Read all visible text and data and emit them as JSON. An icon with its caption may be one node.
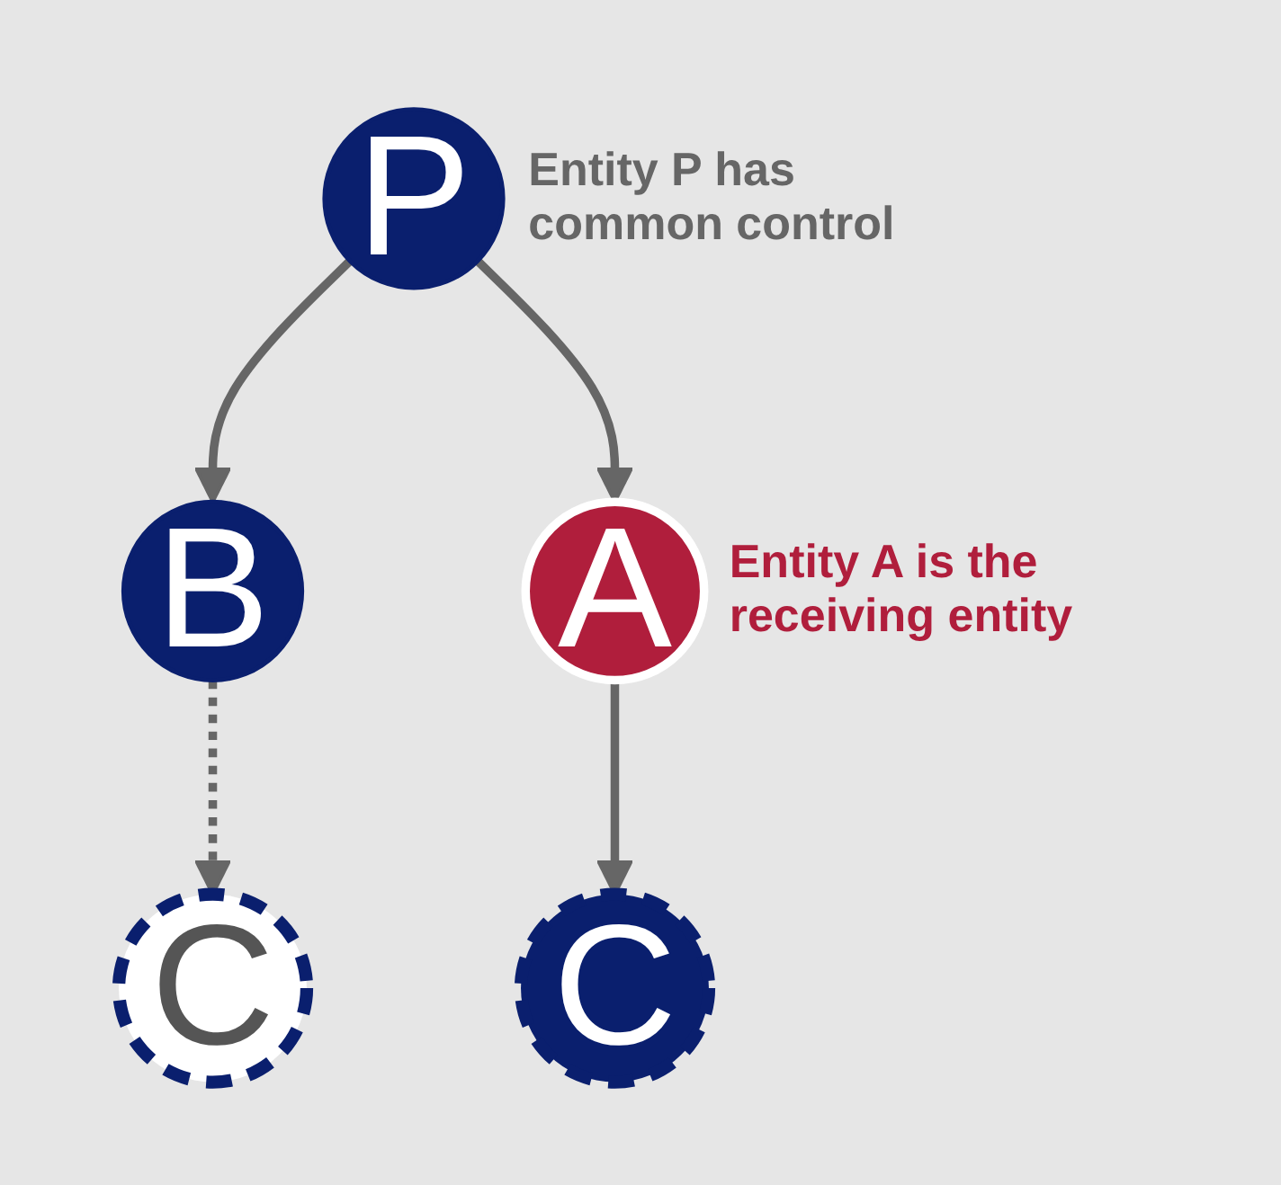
{
  "diagram": {
    "nodes": [
      {
        "text": [
          "P"
        ],
        "beside": [
          "Entity P has common control"
        ]
      },
      {
        "text": [
          "B"
        ]
      },
      {
        "text": [
          "A"
        ],
        "beside": [
          "Entity A is the receiving entity"
        ]
      },
      {
        "text": [
          "C"
        ]
      },
      {
        "text": [
          "C"
        ]
      }
    ],
    "edges": [
      {
        "from": 0,
        "to": 1,
        "arrow": "to"
      },
      {
        "from": 0,
        "to": 2,
        "arrow": "to"
      },
      {
        "from": 1,
        "to": 3,
        "arrow": "to",
        "style": "dashed"
      },
      {
        "from": 2,
        "to": 4,
        "arrow": "to"
      }
    ]
  }
}
